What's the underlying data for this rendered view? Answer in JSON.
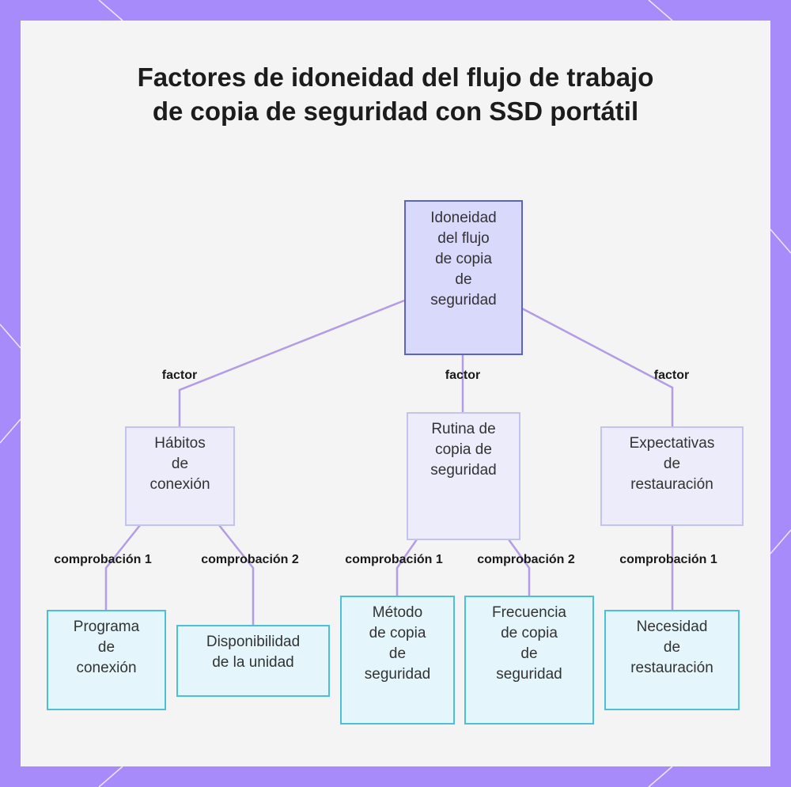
{
  "title": "Factores de idoneidad del flujo de trabajo de copia de seguridad con SSD portátil",
  "colors": {
    "frame": "#a78bfa",
    "panel": "#f4f4f4",
    "edge": "#b49be6",
    "root_fill": "#d9d9fb",
    "root_border": "#5b63c6",
    "mid_fill": "#ececfb",
    "mid_border": "#c3c3ef",
    "leaf_fill": "#e4f6fb",
    "leaf_border": "#4cc0d6"
  },
  "nodes": {
    "root": [
      "Idoneidad",
      "del flujo",
      "de copia",
      "de",
      "seguridad"
    ],
    "habitos": [
      "Hábitos",
      "de",
      "conexión"
    ],
    "rutina": [
      "Rutina de",
      "copia de",
      "seguridad"
    ],
    "expectativas": [
      "Expectativas",
      "de",
      "restauración"
    ],
    "programa": [
      "Programa",
      "de",
      "conexión"
    ],
    "disponibilidad": [
      "Disponibilidad",
      "de la unidad"
    ],
    "metodo": [
      "Método",
      "de copia",
      "de",
      "seguridad"
    ],
    "frecuencia": [
      "Frecuencia",
      "de copia",
      "de",
      "seguridad"
    ],
    "necesidad": [
      "Necesidad",
      "de",
      "restauración"
    ]
  },
  "edge_labels": {
    "factor_1": "factor",
    "factor_2": "factor",
    "factor_3": "factor",
    "habitos_check_1": "comprobación 1",
    "habitos_check_2": "comprobación 2",
    "rutina_check_1": "comprobación 1",
    "rutina_check_2": "comprobación 2",
    "expectativas_check_1": "comprobación 1"
  }
}
